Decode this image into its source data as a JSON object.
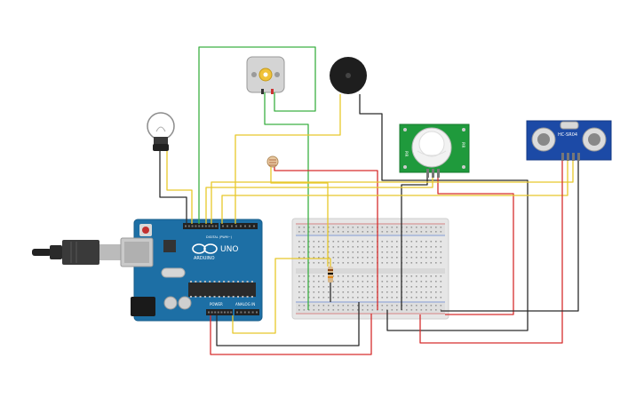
{
  "arduino": {
    "brand": "ARDUINO",
    "model": "UNO",
    "digital_label": "DIGITAL (PWM~)",
    "power_label": "POWER",
    "analog_label": "ANALOG IN"
  },
  "pir": {
    "left_label": "PIR",
    "right_label": "PIR"
  },
  "ultrasonic": {
    "label": "HC-SR04"
  },
  "wire_colors": {
    "green": "#3cb043",
    "yellow": "#e8c82a",
    "red": "#d62e2e",
    "black": "#2b2b2b"
  },
  "colors": {
    "arduino_board": "#1d6fa5",
    "breadboard": "#e6e6e6",
    "pir_board": "#1f9a3c",
    "sonar_board": "#1c4aa6"
  }
}
